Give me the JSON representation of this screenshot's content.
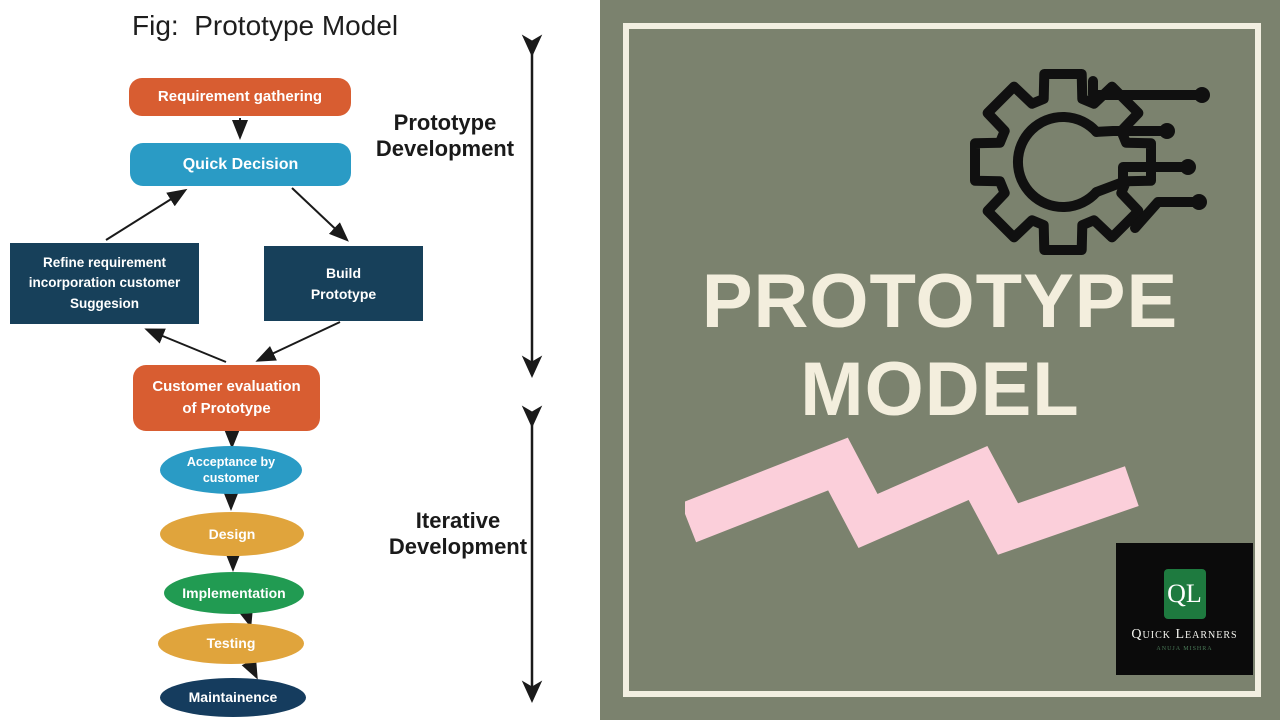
{
  "left_panel": {
    "title": "Fig:  Prototype Model",
    "nodes": [
      {
        "label": "Requirement gathering"
      },
      {
        "label": "Quick Decision"
      },
      {
        "label": "Refine requirement\nincorporation customer\nSuggesion"
      },
      {
        "label": "Build\nPrototype"
      },
      {
        "label": "Customer evaluation\nof Prototype"
      },
      {
        "label": "Acceptance by\ncustomer"
      },
      {
        "label": "Design"
      },
      {
        "label": "Implementation"
      },
      {
        "label": "Testing"
      },
      {
        "label": "Maintainence"
      }
    ],
    "phase_labels": [
      {
        "label": "Prototype\nDevelopment"
      },
      {
        "label": "Iterative\nDevelopment"
      }
    ]
  },
  "right_panel": {
    "title_line1": "PROTOTYPE",
    "title_line2": "MODEL",
    "logo": {
      "monogram": "QL",
      "name": "Quick Learners",
      "tagline": "ANUJA MISHRA"
    }
  },
  "colors": {
    "flow_orange": "#d85d31",
    "flow_blue": "#2a9bc5",
    "flow_navy": "#17405a",
    "flow_gold": "#e0a43c",
    "flow_green": "#219b52",
    "flow_dark_navy": "#153c5e",
    "arrow_black": "#1a1a1a",
    "right_bg_olive": "#7b826e",
    "right_cream": "#f2efe1",
    "title_cream": "#f3eedd",
    "pink_scribble": "#fbcfda",
    "logo_green": "#1e7a3f",
    "logo_black": "#0b0b0b"
  }
}
